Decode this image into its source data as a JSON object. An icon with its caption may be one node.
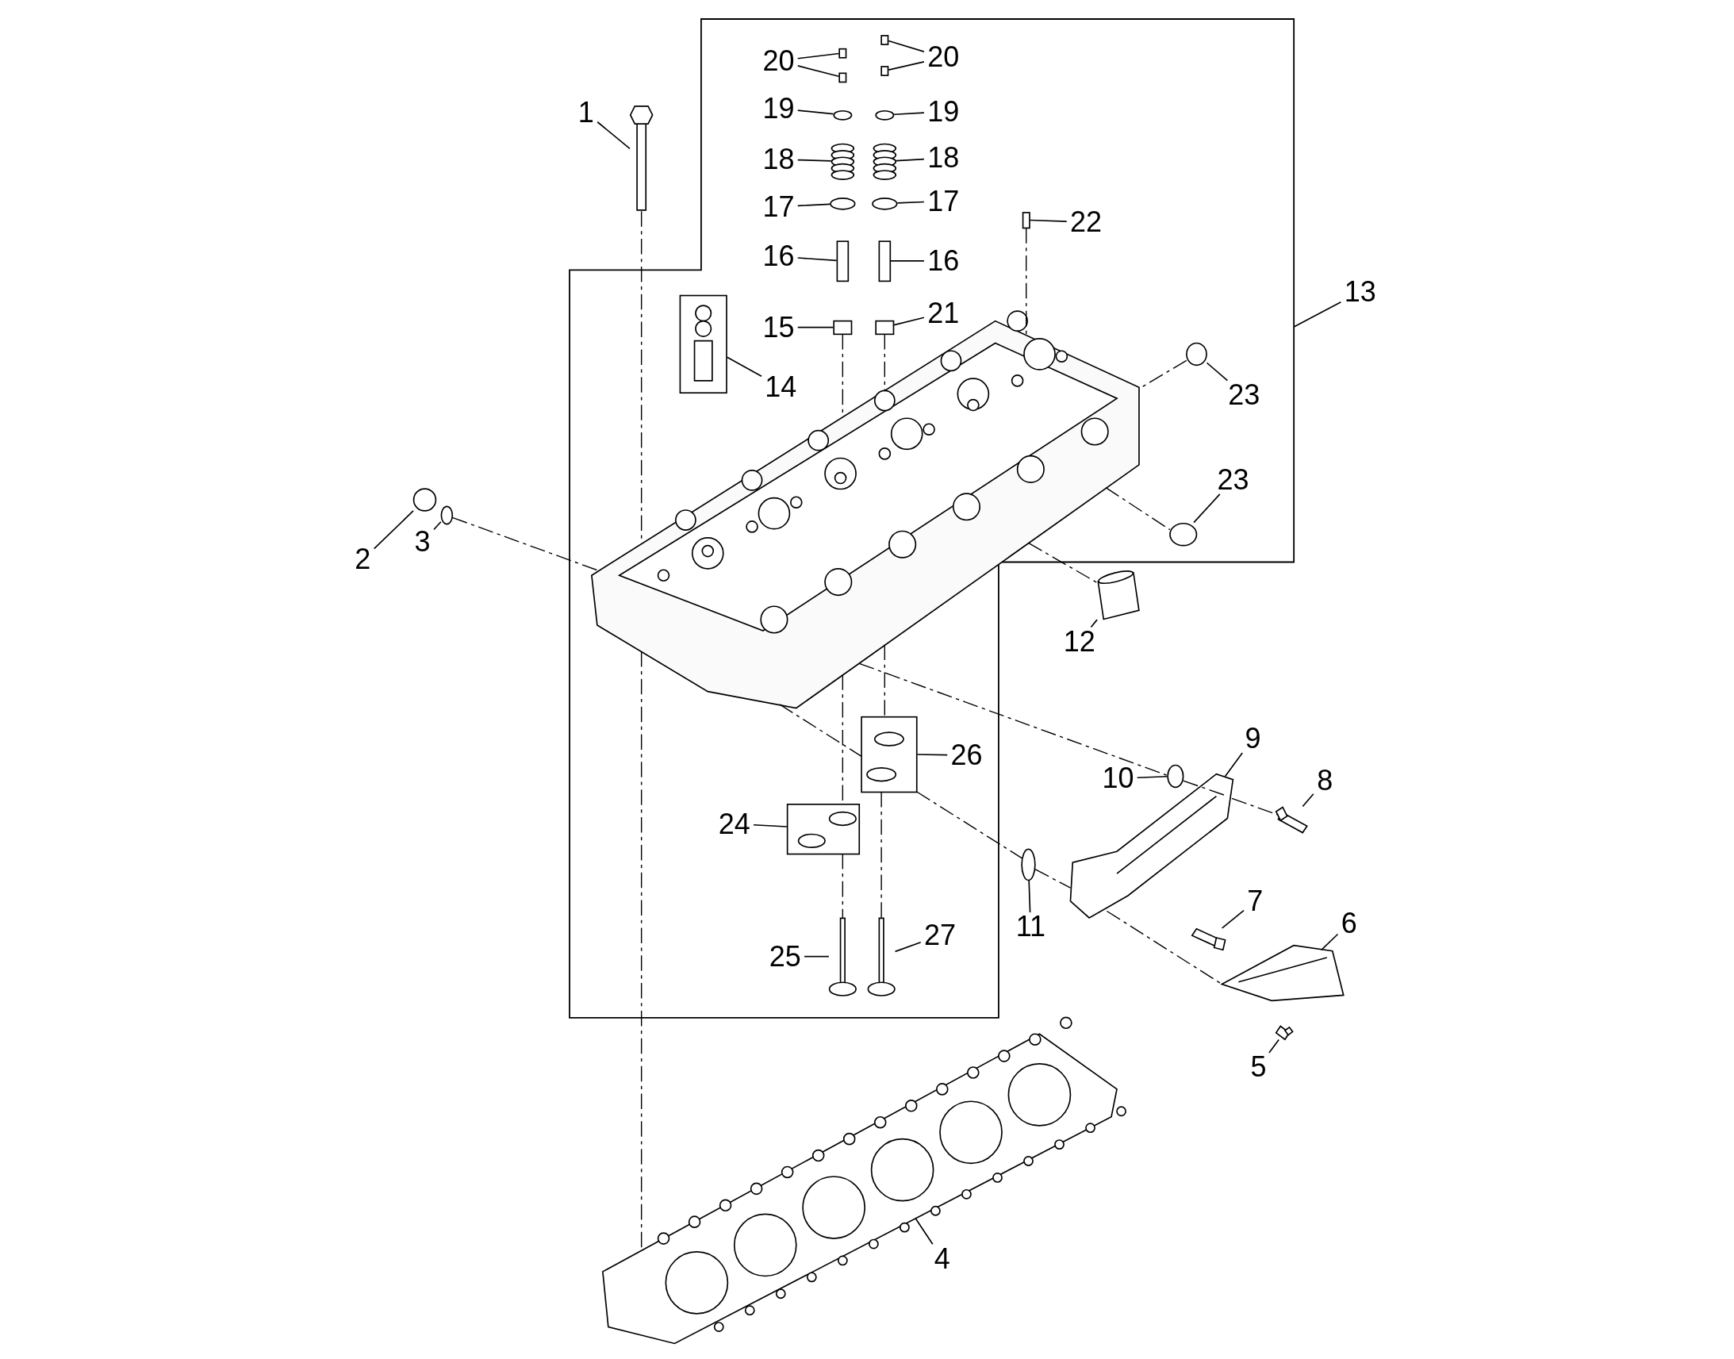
{
  "diagram": {
    "nodes": [
      {
        "text": [],
        "shape": "box"
      },
      {
        "text": [
          "20"
        ],
        "in": 0
      },
      {
        "text": [
          "20"
        ],
        "in": 0
      },
      {
        "text": [
          "1"
        ]
      },
      {
        "text": [
          "19"
        ],
        "in": 0
      },
      {
        "text": [
          "19"
        ],
        "in": 0
      },
      {
        "text": [
          "18"
        ],
        "in": 0
      },
      {
        "text": [
          "18"
        ],
        "in": 0
      },
      {
        "text": [
          "17"
        ],
        "in": 0
      },
      {
        "text": [
          "17"
        ],
        "in": 0
      },
      {
        "text": [
          "22"
        ],
        "in": 0
      },
      {
        "text": [
          "16"
        ],
        "in": 0
      },
      {
        "text": [
          "16"
        ],
        "in": 0
      },
      {
        "text": [
          "13"
        ]
      },
      {
        "text": [
          "21"
        ],
        "in": 0
      },
      {
        "text": [
          "15"
        ],
        "in": 0
      },
      {
        "text": [
          "14"
        ],
        "in": 0
      },
      {
        "text": [
          "23"
        ],
        "in": 0
      },
      {
        "text": [
          "23"
        ],
        "in": 0
      },
      {
        "text": [
          "3"
        ]
      },
      {
        "text": [
          "2"
        ]
      },
      {
        "text": [
          "12"
        ]
      },
      {
        "text": [
          "9"
        ]
      },
      {
        "text": [
          "26"
        ],
        "in": 0
      },
      {
        "text": [
          "10"
        ]
      },
      {
        "text": [
          "8"
        ]
      },
      {
        "text": [
          "24"
        ],
        "in": 0
      },
      {
        "text": [
          "7"
        ]
      },
      {
        "text": [
          "6"
        ]
      },
      {
        "text": [
          "11"
        ]
      },
      {
        "text": [
          "27"
        ],
        "in": 0
      },
      {
        "text": [
          "25"
        ],
        "in": 0
      },
      {
        "text": [
          "5"
        ]
      },
      {
        "text": [
          "4"
        ]
      },
      {
        "text": [],
        "shape": "box",
        "in": 0
      },
      {
        "text": [],
        "shape": "box",
        "in": 0
      },
      {
        "text": [],
        "shape": "box",
        "in": 0
      },
      {
        "text": [],
        "shape": "box",
        "in": 0
      },
      {
        "text": [],
        "shape": "picture"
      },
      {
        "text": [],
        "shape": "circle",
        "in": 0
      },
      {
        "text": [],
        "shape": "circle",
        "in": 0
      },
      {
        "text": [],
        "shape": "picture",
        "in": 0
      },
      {
        "text": [],
        "shape": "picture",
        "in": 0
      },
      {
        "text": [],
        "shape": "circle",
        "in": 0
      },
      {
        "text": [],
        "shape": "circle",
        "in": 0
      },
      {
        "text": [],
        "shape": "box",
        "in": 0
      },
      {
        "text": [],
        "shape": "box",
        "in": 0
      },
      {
        "text": [],
        "shape": "box",
        "in": 0
      },
      {
        "text": [],
        "shape": "box",
        "in": 0
      },
      {
        "text": [],
        "shape": "box",
        "in": 0
      },
      {
        "text": [],
        "shape": "box",
        "in": 0
      },
      {
        "text": [],
        "shape": "circle",
        "in": 0
      },
      {
        "text": [],
        "shape": "circle",
        "in": 0
      },
      {
        "text": [],
        "shape": "circle"
      },
      {
        "text": [],
        "shape": "circle"
      },
      {
        "text": [],
        "shape": "picture"
      },
      {
        "text": [],
        "shape": "picture"
      },
      {
        "text": [],
        "shape": "box",
        "in": 0
      },
      {
        "text": [],
        "shape": "circle"
      },
      {
        "text": [],
        "shape": "picture"
      },
      {
        "text": [],
        "shape": "box",
        "in": 0
      },
      {
        "text": [],
        "shape": "picture"
      },
      {
        "text": [],
        "shape": "picture"
      },
      {
        "text": [],
        "shape": "circle"
      },
      {
        "text": [],
        "shape": "picture",
        "in": 0
      },
      {
        "text": [],
        "shape": "picture",
        "in": 0
      },
      {
        "text": [],
        "shape": "picture"
      },
      {
        "text": [],
        "shape": "picture"
      },
      {
        "text": [],
        "shape": "picture",
        "in": 0
      }
    ],
    "edges": [
      {
        "from": 1,
        "to": 34,
        "arrow": "none"
      },
      {
        "from": 1,
        "to": 35,
        "arrow": "none"
      },
      {
        "from": 2,
        "to": 36,
        "arrow": "none"
      },
      {
        "from": 2,
        "to": 37,
        "arrow": "none"
      },
      {
        "from": 3,
        "to": 38,
        "arrow": "none"
      },
      {
        "from": 4,
        "to": 39,
        "arrow": "none"
      },
      {
        "from": 5,
        "to": 40,
        "arrow": "none"
      },
      {
        "from": 6,
        "to": 41,
        "arrow": "none"
      },
      {
        "from": 7,
        "to": 42,
        "arrow": "none"
      },
      {
        "from": 8,
        "to": 43,
        "arrow": "none"
      },
      {
        "from": 9,
        "to": 44,
        "arrow": "none"
      },
      {
        "from": 10,
        "to": 45,
        "arrow": "none"
      },
      {
        "from": 11,
        "to": 46,
        "arrow": "none"
      },
      {
        "from": 12,
        "to": 47,
        "arrow": "none"
      },
      {
        "from": 13,
        "to": 0,
        "arrow": "none"
      },
      {
        "from": 14,
        "to": 48,
        "arrow": "none"
      },
      {
        "from": 15,
        "to": 49,
        "arrow": "none"
      },
      {
        "from": 16,
        "to": 50,
        "arrow": "none"
      },
      {
        "from": 17,
        "to": 51,
        "arrow": "none"
      },
      {
        "from": 18,
        "to": 52,
        "arrow": "none"
      },
      {
        "from": 19,
        "to": 53,
        "arrow": "none"
      },
      {
        "from": 20,
        "to": 54,
        "arrow": "none"
      },
      {
        "from": 21,
        "to": 55,
        "arrow": "none"
      },
      {
        "from": 22,
        "to": 56,
        "arrow": "none"
      },
      {
        "from": 23,
        "to": 57,
        "arrow": "none"
      },
      {
        "from": 24,
        "to": 58,
        "arrow": "none"
      },
      {
        "from": 25,
        "to": 59,
        "arrow": "none"
      },
      {
        "from": 26,
        "to": 60,
        "arrow": "none"
      },
      {
        "from": 27,
        "to": 61,
        "arrow": "none"
      },
      {
        "from": 28,
        "to": 62,
        "arrow": "none"
      },
      {
        "from": 29,
        "to": 63,
        "arrow": "none"
      },
      {
        "from": 30,
        "to": 64,
        "arrow": "none"
      },
      {
        "from": 31,
        "to": 65,
        "arrow": "none"
      },
      {
        "from": 32,
        "to": 66,
        "arrow": "none"
      },
      {
        "from": 33,
        "to": 67,
        "arrow": "none"
      },
      {
        "from": 38,
        "to": 68,
        "arrow": "none",
        "style": "dashed"
      },
      {
        "from": 49,
        "to": 68,
        "arrow": "none",
        "style": "dashed"
      },
      {
        "from": 60,
        "to": 65,
        "arrow": "none",
        "style": "dashed"
      },
      {
        "from": 48,
        "to": 68,
        "arrow": "none",
        "style": "dashed"
      },
      {
        "from": 57,
        "to": 64,
        "arrow": "none",
        "style": "dashed"
      },
      {
        "from": 45,
        "to": 68,
        "arrow": "none",
        "style": "dashed"
      },
      {
        "from": 53,
        "to": 68,
        "arrow": "none",
        "style": "dashed"
      },
      {
        "from": 68,
        "to": 57,
        "arrow": "none",
        "style": "dashed"
      },
      {
        "from": 68,
        "to": 55,
        "arrow": "none",
        "style": "dashed"
      },
      {
        "from": 51,
        "to": 68,
        "arrow": "none",
        "style": "dashed"
      },
      {
        "from": 68,
        "to": 52,
        "arrow": "none",
        "style": "dashed"
      },
      {
        "from": 68,
        "to": 67,
        "arrow": "none",
        "style": "dashed"
      },
      {
        "from": 68,
        "to": 60,
        "arrow": "none",
        "style": "dashed"
      },
      {
        "from": 68,
        "to": 57,
        "arrow": "none",
        "style": "dashed"
      },
      {
        "from": 58,
        "to": 56,
        "arrow": "none",
        "style": "dashed"
      },
      {
        "from": 56,
        "to": 59,
        "arrow": "none",
        "style": "dashed"
      },
      {
        "from": 63,
        "to": 56,
        "arrow": "none",
        "style": "dashed"
      },
      {
        "from": 56,
        "to": 62,
        "arrow": "none",
        "style": "dashed"
      },
      {
        "from": 68,
        "to": 58,
        "arrow": "none",
        "style": "dashed"
      },
      {
        "from": 57,
        "to": 63,
        "arrow": "none",
        "style": "dashed"
      }
    ]
  }
}
